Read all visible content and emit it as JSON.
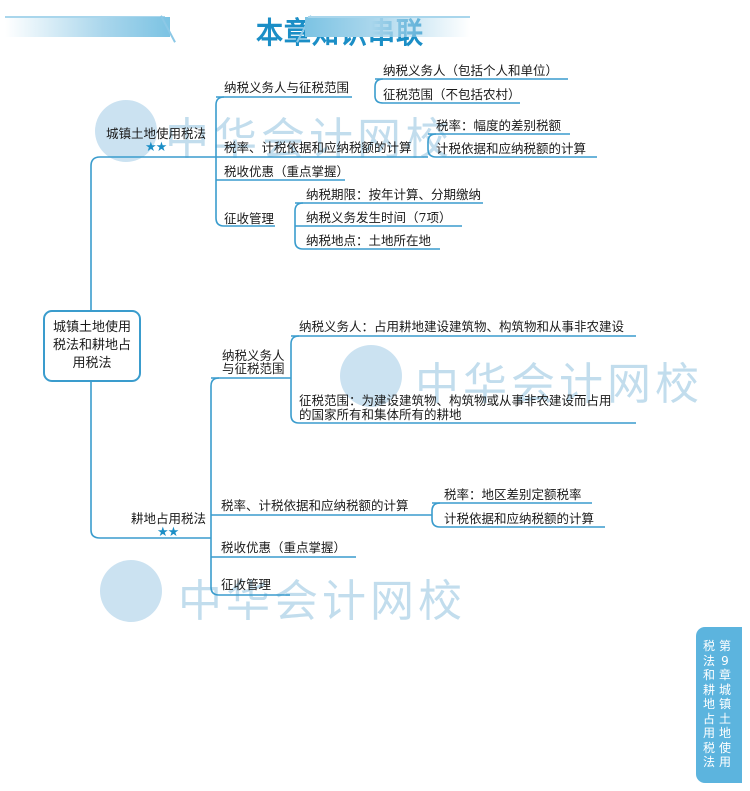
{
  "header": {
    "title": "本章知识串联"
  },
  "root": {
    "label": "城镇土地使用税法和耕地占用税法"
  },
  "branches": [
    {
      "label": "城镇土地使用税法",
      "stars": "★★",
      "children": [
        {
          "label": "纳税义务人与征税范围",
          "children": [
            "纳税义务人（包括个人和单位）",
            "征税范围（不包括农村）"
          ]
        },
        {
          "label": "税率、计税依据和应纳税额的计算",
          "children": [
            "税率：幅度的差别税额",
            "计税依据和应纳税额的计算"
          ]
        },
        {
          "label": "税收优惠（重点掌握）",
          "children": []
        },
        {
          "label": "征收管理",
          "children": [
            "纳税期限：按年计算、分期缴纳",
            "纳税义务发生时间（7项）",
            "纳税地点：土地所在地"
          ]
        }
      ]
    },
    {
      "label": "耕地占用税法",
      "stars": "★★",
      "children": [
        {
          "label_line1": "纳税义务人",
          "label_line2": "与征税范围",
          "children": [
            "纳税义务人：占用耕地建设建筑物、构筑物和从事非农建设",
            "征税范围：为建设建筑物、构筑物或从事非农建设而占用",
            "的国家所有和集体所有的耕地"
          ]
        },
        {
          "label": "税率、计税依据和应纳税额的计算",
          "children": [
            "税率：地区差别定额税率",
            "计税依据和应纳税额的计算"
          ]
        },
        {
          "label": "税收优惠（重点掌握）",
          "children": []
        },
        {
          "label": "征收管理",
          "children": []
        }
      ]
    }
  ],
  "watermark": {
    "text": "中华会计网校"
  },
  "side_tab": {
    "col_right": "第9章 城镇土地使用",
    "col_left": "税法和耕地占用税法"
  },
  "colors": {
    "line": "#3a9ccd",
    "title": "#1b8ec6",
    "star": "#1b8ec6",
    "tab": "#5cb4de"
  }
}
